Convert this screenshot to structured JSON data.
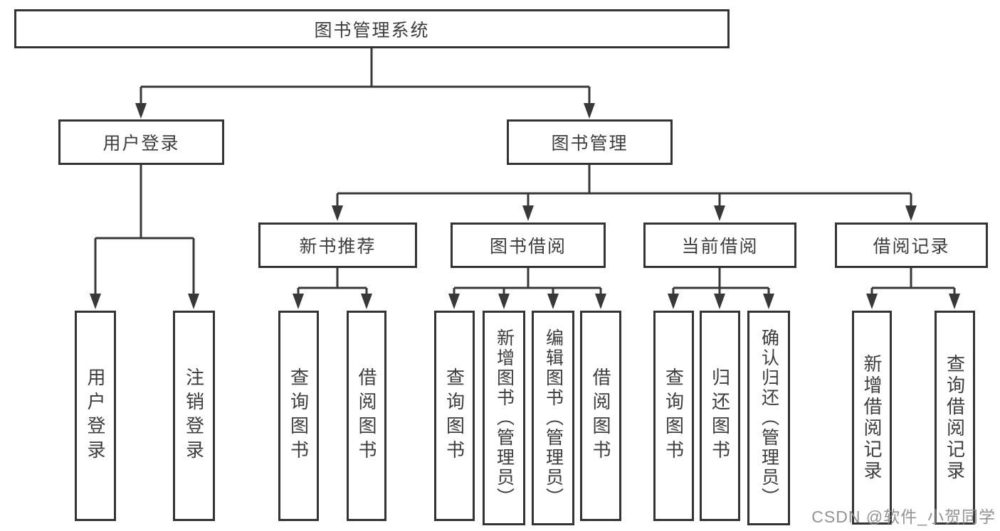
{
  "nodes": {
    "root": "图书管理系统",
    "user_login": {
      "label": "用户登录",
      "children": [
        "用户登录",
        "注销登录"
      ]
    },
    "book_management": {
      "label": "图书管理",
      "children": [
        {
          "label": "新书推荐",
          "children": [
            "查询图书",
            "借阅图书"
          ]
        },
        {
          "label": "图书借阅",
          "children": [
            "查询图书",
            "新增图书（管理员）",
            "编辑图书（管理员）",
            "借阅图书"
          ]
        },
        {
          "label": "当前借阅",
          "children": [
            "查询图书",
            "归还图书",
            "确认归还（管理员）"
          ]
        },
        {
          "label": "借阅记录",
          "children": [
            "新增借阅记录",
            "查询借阅记录"
          ]
        }
      ]
    }
  },
  "watermark": "CSDN @软件_小贺同学",
  "colors": {
    "line": "#383838",
    "box_border": "#333333",
    "text": "#3d3d3d",
    "watermark": "#8a8a8a",
    "background": "#ffffff"
  }
}
